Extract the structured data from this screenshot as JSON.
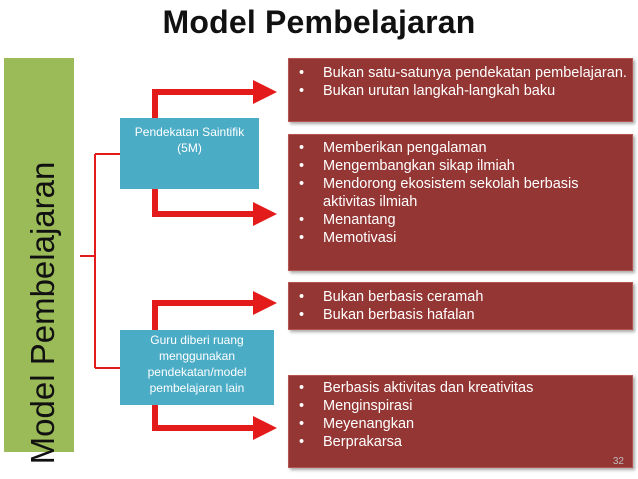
{
  "title": "Model Pembelajaran",
  "side_label": "Model Pembelajaran",
  "nodes": {
    "saintifik": {
      "line1": "Pendekatan Saintifik",
      "line2": "(5M)"
    },
    "guru": {
      "line1": "Guru diberi ruang",
      "line2": "menggunakan",
      "line3": "pendekatan/model",
      "line4": "pembelajaran lain"
    }
  },
  "details": {
    "saintifik_not": [
      "Bukan satu-satunya pendekatan pembelajaran.",
      "Bukan urutan langkah-langkah baku"
    ],
    "saintifik_does": [
      "Memberikan pengalaman",
      "Mengembangkan sikap ilmiah",
      "Mendorong ekosistem sekolah berbasis aktivitas ilmiah",
      "Menantang",
      "Memotivasi"
    ],
    "guru_not": [
      "Bukan berbasis ceramah",
      "Bukan berbasis  hafalan"
    ],
    "guru_does": [
      "Berbasis aktivitas dan kreativitas",
      "Menginspirasi",
      "Meyenangkan",
      "Berprakarsa"
    ]
  },
  "page_number": "32",
  "colors": {
    "side_bar": "#9bbb59",
    "mid_box": "#4bacc6",
    "detail_box": "#943634",
    "connector": "#e31b1b"
  }
}
